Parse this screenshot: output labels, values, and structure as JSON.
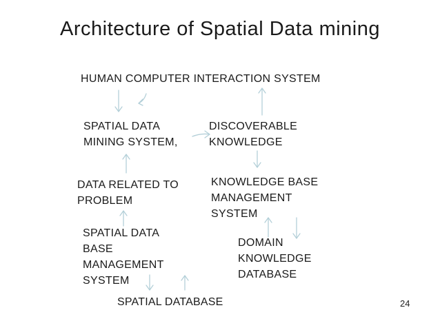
{
  "slide": {
    "title": "Architecture of Spatial Data mining",
    "page_number": "24"
  },
  "nodes": {
    "hci": "HUMAN COMPUTER INTERACTION SYSTEM",
    "sdms": "SPATIAL DATA\nMINING SYSTEM,",
    "dk": "DISCOVERABLE\nKNOWLEDGE",
    "drp": "DATA RELATED TO\nPROBLEM",
    "kbms": "KNOWLEDGE BASE\nMANAGEMENT\nSYSTEM",
    "sdbms": "SPATIAL DATA\nBASE\nMANAGEMENT\nSYSTEM",
    "dkd": "DOMAIN\nKNOWLEDGE\nDATABASE",
    "sdb": "SPATIAL DATABASE"
  },
  "connections": [
    {
      "name": "arrow-hci-to-sdms",
      "from": "hci",
      "to": "sdms",
      "direction": "down"
    },
    {
      "name": "curved-return-arrow",
      "from": "sdms-area",
      "to": "sdms",
      "direction": "down-left"
    },
    {
      "name": "arrow-sdms-to-dk",
      "from": "sdms",
      "to": "dk",
      "direction": "right"
    },
    {
      "name": "arrow-dk-to-hci",
      "from": "dk",
      "to": "hci",
      "direction": "up"
    },
    {
      "name": "arrow-dk-to-kbms",
      "from": "dk",
      "to": "kbms",
      "direction": "down"
    },
    {
      "name": "arrow-drp-to-sdms",
      "from": "drp",
      "to": "sdms",
      "direction": "up"
    },
    {
      "name": "arrow-sdb-to-drp",
      "from": "sdbms",
      "to": "drp",
      "direction": "up"
    },
    {
      "name": "arrow-dkd-to-kbms",
      "from": "dkd",
      "to": "kbms",
      "direction": "up"
    },
    {
      "name": "arrow-kbms-to-dkd",
      "from": "kbms",
      "to": "dkd",
      "direction": "down"
    },
    {
      "name": "arrow-sdbms-to-sdb",
      "from": "sdbms",
      "to": "sdb",
      "direction": "down"
    },
    {
      "name": "arrow-sdb-to-sdbms",
      "from": "sdb",
      "to": "sdbms",
      "direction": "up"
    }
  ],
  "colors": {
    "text": "#1a1a1a",
    "arrow": "#b3cfd8",
    "background": "#ffffff"
  }
}
